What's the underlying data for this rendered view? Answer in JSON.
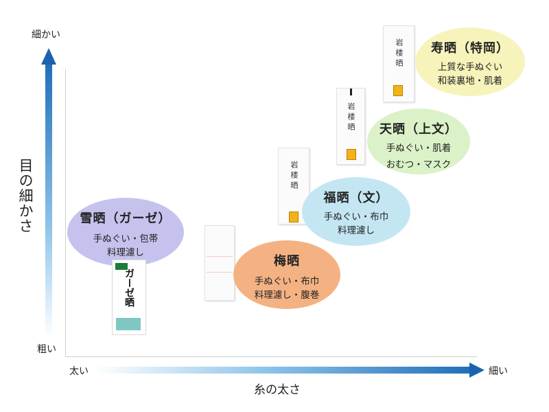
{
  "axes": {
    "y_title": "目の細かさ",
    "y_top": "細かい",
    "y_bottom": "粗い",
    "x_title": "糸の太さ",
    "x_left": "太い",
    "x_right": "細い"
  },
  "items": {
    "yuki": {
      "title": "雪晒（ガーゼ）",
      "line1": "手ぬぐい・包帯",
      "line2": "料理濾し",
      "package_text": "ガーゼ晒"
    },
    "ume": {
      "title": "梅晒",
      "line1": "手ぬぐい・布巾",
      "line2": "料理濾し・腹巻"
    },
    "fuku": {
      "title": "福晒（文）",
      "line1": "手ぬぐい・布巾",
      "line2": "料理濾し",
      "package_text": "岩楼晒"
    },
    "ten": {
      "title": "天晒（上文）",
      "line1": "手ぬぐい・肌着",
      "line2": "おむつ・マスク",
      "package_text": "岩楼晒"
    },
    "kotobuki": {
      "title": "寿晒（特岡）",
      "line1": "上質な手ぬぐい",
      "line2": "和装裏地・肌着",
      "package_text": "岩楼晒"
    }
  },
  "colors": {
    "yuki": "#c5c3ee",
    "ume": "#f4b283",
    "fuku": "#c4e6f3",
    "ten": "#dbf2c8",
    "kotobuki": "#f6f4ba",
    "arrow": "#1b63ad"
  }
}
